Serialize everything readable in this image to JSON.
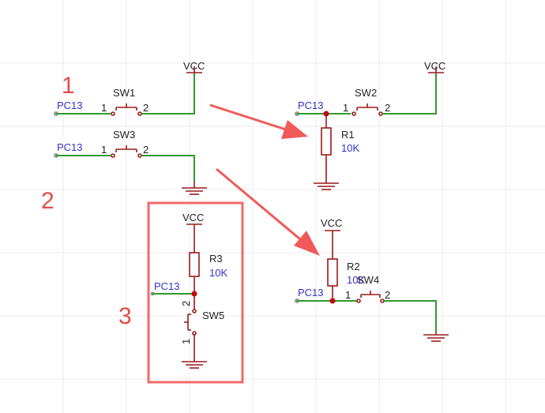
{
  "circuits": {
    "c1": {
      "net": "PC13",
      "switch": "SW1",
      "pin1": "1",
      "pin2": "2",
      "power": "VCC"
    },
    "c2": {
      "net": "PC13",
      "switch": "SW3",
      "pin1": "1",
      "pin2": "2"
    },
    "c3": {
      "net": "PC13",
      "resistor": "R3",
      "resistor_value": "10K",
      "switch": "SW5",
      "pin1": "1",
      "pin2": "2",
      "power": "VCC"
    },
    "c4": {
      "net": "PC13",
      "resistor": "R1",
      "resistor_value": "10K",
      "switch": "SW2",
      "pin1": "1",
      "pin2": "2",
      "power": "VCC"
    },
    "c5": {
      "net": "PC13",
      "resistor": "R2",
      "resistor_value": "10K",
      "switch": "SW4",
      "pin1": "1",
      "pin2": "2",
      "power": "VCC"
    }
  },
  "annotations": {
    "a1": "1",
    "a2": "2",
    "a3": "3"
  },
  "colors": {
    "wire": "#2e9a2e",
    "component": "#9a1a1a",
    "net_label": "#3333cc",
    "annotation": "#e44b4b",
    "junction": "#cc0000"
  }
}
